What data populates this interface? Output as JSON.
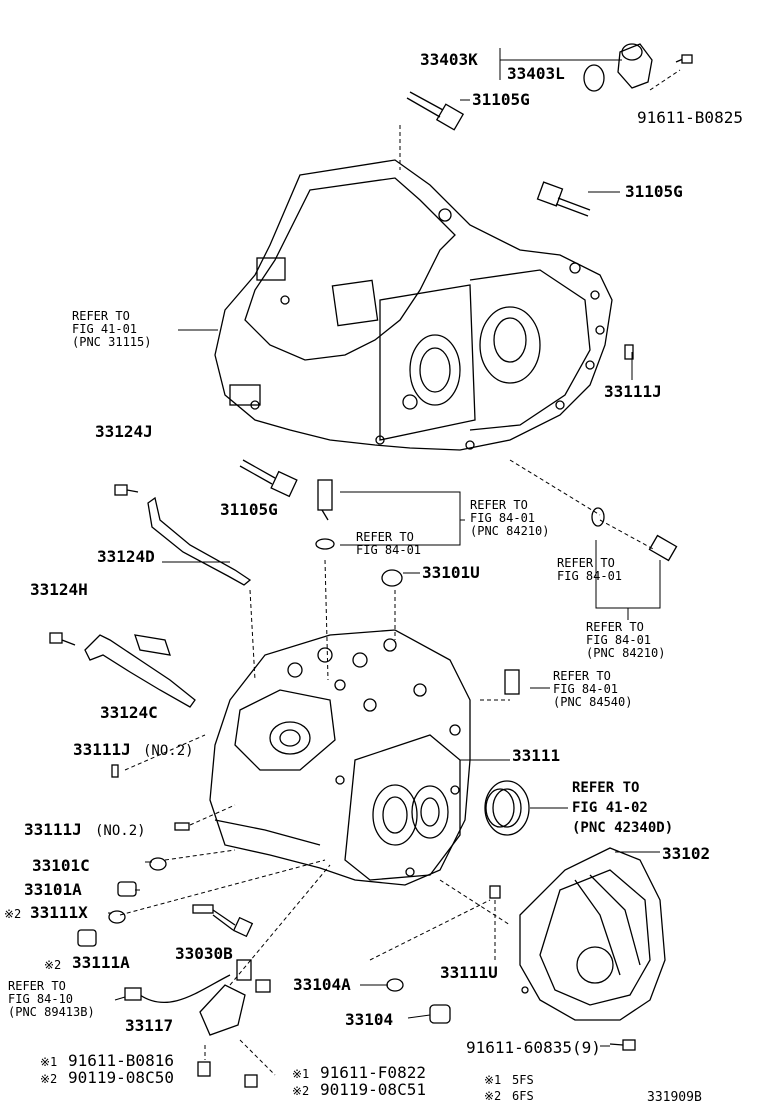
{
  "parts": {
    "p33403K": "33403K",
    "p33403L": "33403L",
    "p91611B0825": "91611-B0825",
    "p31105G_a": "31105G",
    "p31105G_b": "31105G",
    "p31105G_c": "31105G",
    "p33111J_top": "33111J",
    "p33124J": "33124J",
    "p33124D": "33124D",
    "p33124H": "33124H",
    "p33124C": "33124C",
    "p33101U": "33101U",
    "p33111J_no2a": "33111J",
    "p33111J_no2b": "33111J",
    "no2": "(NO.2)",
    "p33111": "33111",
    "p33101C": "33101C",
    "p33101A": "33101A",
    "p33111X": "33111X",
    "p33111A": "33111A",
    "p33030B": "33030B",
    "p33102": "33102",
    "p33111U": "33111U",
    "p33104A": "33104A",
    "p33104": "33104",
    "p33117": "33117",
    "p9161160835": "91611-60835(9)",
    "p91611B0816": "91611-B0816",
    "p9011908C50": "90119-08C50",
    "p91611F0822": "91611-F0822",
    "p9011908C51": "90119-08C51"
  },
  "marks": {
    "m1": "※1",
    "m2": "※2",
    "m2x": "※2",
    "m1f": "※1",
    "m2f": "※2",
    "m1n": "※1",
    "m2n": "※2"
  },
  "notes": {
    "fs5": "5FS",
    "fs6": "6FS"
  },
  "refs": {
    "r4101": {
      "l1": "REFER TO",
      "l2": "FIG 41-01",
      "l3": "(PNC 31115)"
    },
    "r8401a": {
      "l1": "REFER TO",
      "l2": "FIG 84-01",
      "l3": "(PNC 84210)"
    },
    "r8401b": {
      "l1": "REFER TO",
      "l2": "FIG 84-01"
    },
    "r8401c": {
      "l1": "REFER TO",
      "l2": "FIG 84-01"
    },
    "r8401d": {
      "l1": "REFER TO",
      "l2": "FIG 84-01",
      "l3": "(PNC 84210)"
    },
    "r8401e": {
      "l1": "REFER TO",
      "l2": "FIG 84-01",
      "l3": "(PNC 84540)"
    },
    "r4102": {
      "l1": "REFER TO",
      "l2": "FIG 41-02",
      "l3": "(PNC 42340D)"
    },
    "r8410": {
      "l1": "REFER TO",
      "l2": "FIG 84-10",
      "l3": "(PNC 89413B)"
    }
  },
  "figure_id": "331909B"
}
